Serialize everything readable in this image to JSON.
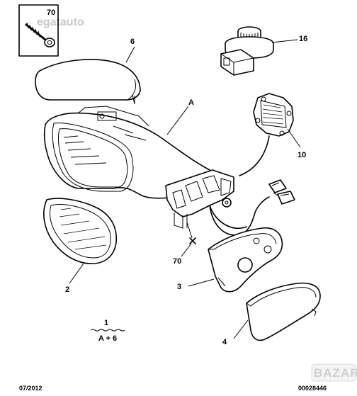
{
  "watermarks": {
    "top_left": "egatauto",
    "bottom_right": "BAZAR"
  },
  "inset": {
    "label": "70"
  },
  "callouts": {
    "p6": "6",
    "p16": "16",
    "pA": "A",
    "p10": "10",
    "p70": "70",
    "p2": "2",
    "p3": "3",
    "p4": "4"
  },
  "legend": {
    "number": "1",
    "formula": "A + 6"
  },
  "footer": {
    "date": "07/2012",
    "code": "00028446"
  }
}
